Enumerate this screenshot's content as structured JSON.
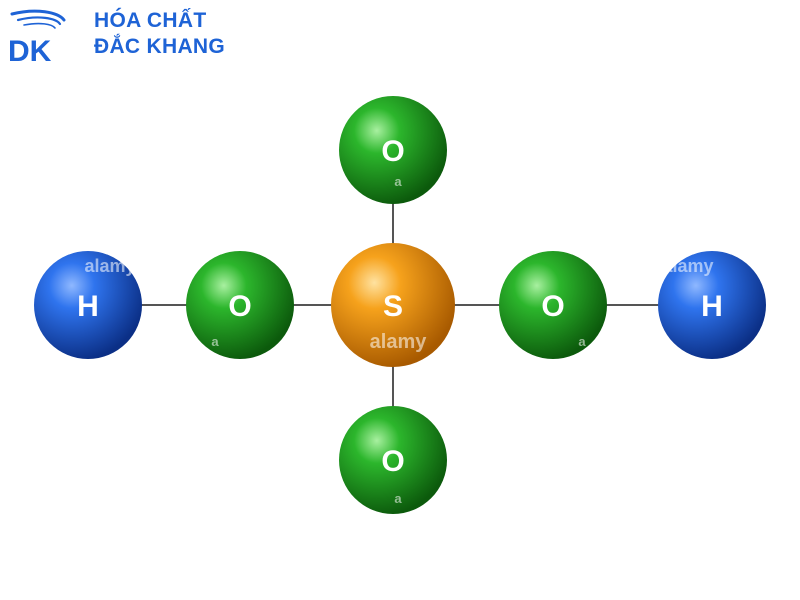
{
  "brand": {
    "line1": "HÓA CHẤT",
    "line2": "ĐẮC KHANG",
    "mark_text": "DK",
    "color": "#1e63d6"
  },
  "molecule": {
    "atoms": [
      {
        "id": "h-left",
        "symbol": "H",
        "element": "hydrogen"
      },
      {
        "id": "o-left",
        "symbol": "O",
        "element": "oxygen"
      },
      {
        "id": "s-center",
        "symbol": "S",
        "element": "sulfur"
      },
      {
        "id": "o-right",
        "symbol": "O",
        "element": "oxygen"
      },
      {
        "id": "h-right",
        "symbol": "H",
        "element": "hydrogen"
      },
      {
        "id": "o-top",
        "symbol": "O",
        "element": "oxygen"
      },
      {
        "id": "o-bottom",
        "symbol": "O",
        "element": "oxygen"
      }
    ],
    "colors": {
      "hydrogen": "#1f5fd8",
      "oxygen": "#1fa51f",
      "sulfur": "#f2960a",
      "bond": "#555555"
    }
  },
  "watermark": {
    "text": "alamy",
    "small": "a"
  }
}
